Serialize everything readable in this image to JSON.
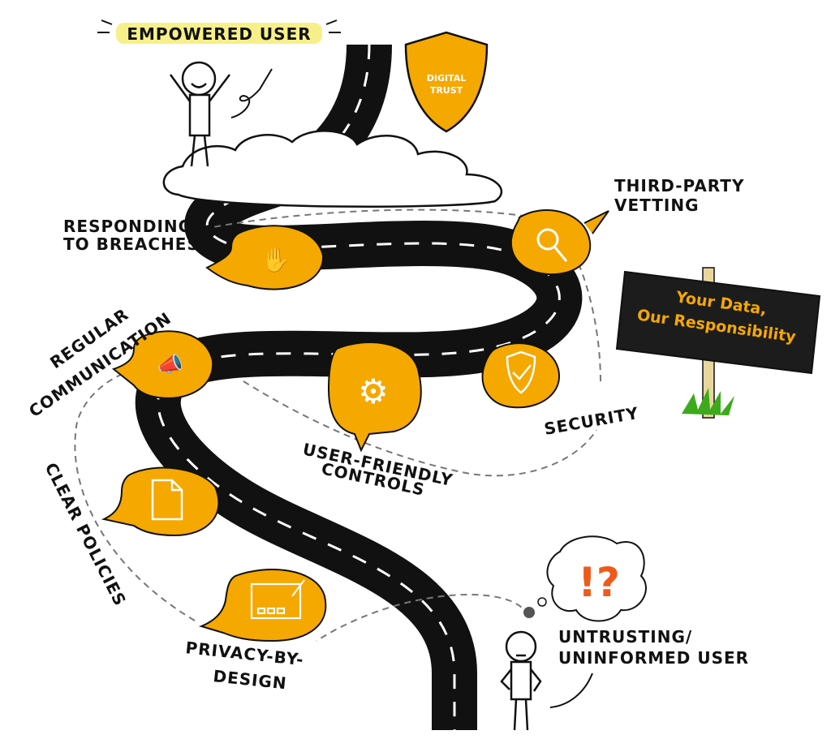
{
  "top_label": "EMPOWERED USER",
  "badge": {
    "line1": "DIGITAL",
    "line2": "TRUST"
  },
  "sign": {
    "line1": "Your Data,",
    "line2": "Our Responsibility"
  },
  "bottom_label": {
    "line1": "UNTRUSTING/",
    "line2": "UNINFORMED USER"
  },
  "thought_glyph": "!?",
  "steps": [
    {
      "line1": "RESPONDING",
      "line2": "TO BREACHES",
      "icon": "handshake-icon"
    },
    {
      "line1": "THIRD-PARTY",
      "line2": "VETTING",
      "icon": "magnifier-icon"
    },
    {
      "line1": "REGULAR",
      "line2": "COMMUNICATION",
      "icon": "megaphone-icon"
    },
    {
      "line1": "SECURITY",
      "line2": "",
      "icon": "shield-check-icon"
    },
    {
      "line1": "USER-FRIENDLY",
      "line2": "CONTROLS",
      "icon": "gear-icon"
    },
    {
      "line1": "CLEAR POLICIES",
      "line2": "",
      "icon": "document-icon"
    },
    {
      "line1": "PRIVACY-BY-",
      "line2": "DESIGN",
      "icon": "blueprint-icon"
    }
  ],
  "colors": {
    "accent": "#f5a800",
    "road": "#111111",
    "highlight": "#f7f08a",
    "sign_bg": "#1c1c1c",
    "grass": "#3daa1c",
    "thought": "#ef5a1a"
  }
}
